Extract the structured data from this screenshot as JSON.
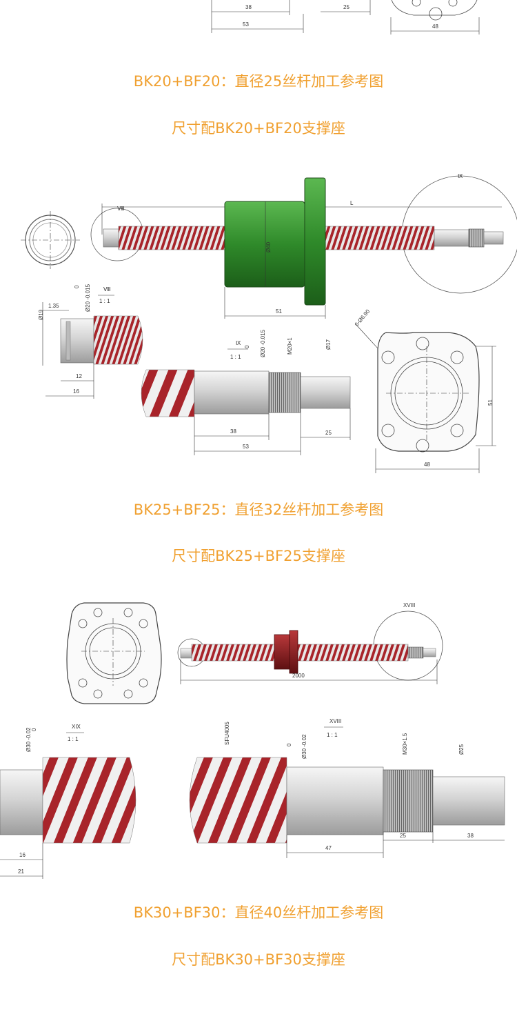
{
  "sections": [
    {
      "title": "BK20+BF20：直径25丝杆加工参考图",
      "subtitle": "尺寸配BK20+BF20支撑座",
      "dims": {
        "d38": "38",
        "d25": "25",
        "d53": "53",
        "d48": "48"
      }
    },
    {
      "title": "BK25+BF25：直径32丝杆加工参考图",
      "subtitle": "尺寸配BK25+BF25支撑座",
      "dims": {
        "view8": "Ⅷ",
        "view9": "Ⅸ",
        "scale": "1 : 1",
        "L": "L",
        "phi40": "Ø40",
        "d51": "51",
        "phi19": "Ø19",
        "d135": "1.35",
        "phi20": "Ø20 -0.015",
        "zero": "0",
        "d12": "12",
        "d16": "16",
        "m20": "M20×1",
        "phi17": "Ø17",
        "d38": "38",
        "d53": "53",
        "d25": "25",
        "holes": "6-Ø6.90",
        "d48": "48",
        "d51b": "51"
      }
    },
    {
      "title": "BK30+BF30：直径40丝杆加工参考图",
      "subtitle": "尺寸配BK30+BF30支撑座",
      "dims": {
        "view18": "XVIII",
        "view19": "XIX",
        "scale": "1 : 1",
        "d2000": "2000",
        "phi30": "Ø30 -0.02",
        "zero": "0",
        "d16": "16",
        "d21": "21",
        "sfu": "SFU4005",
        "m30": "M30×1.5",
        "phi25": "Ø25",
        "d47": "47",
        "d25": "25",
        "d38": "38"
      }
    }
  ],
  "colors": {
    "thread_red": "#a8242a",
    "nut_green": "#2f8a2a",
    "nut_red": "#8a1a1c",
    "caption": "#f0a030"
  }
}
